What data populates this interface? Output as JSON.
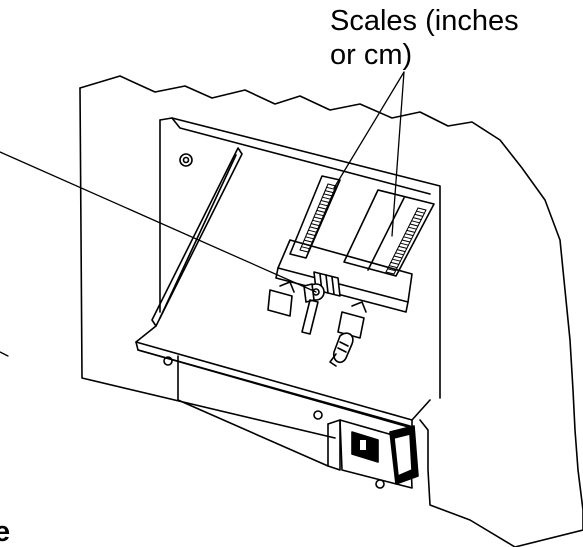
{
  "labels": {
    "scales_line1": "Scales (inches",
    "scales_line2": "or cm)",
    "bottom_left_fragment": "e"
  },
  "colors": {
    "ink": "#000000",
    "paper": "#ffffff"
  }
}
